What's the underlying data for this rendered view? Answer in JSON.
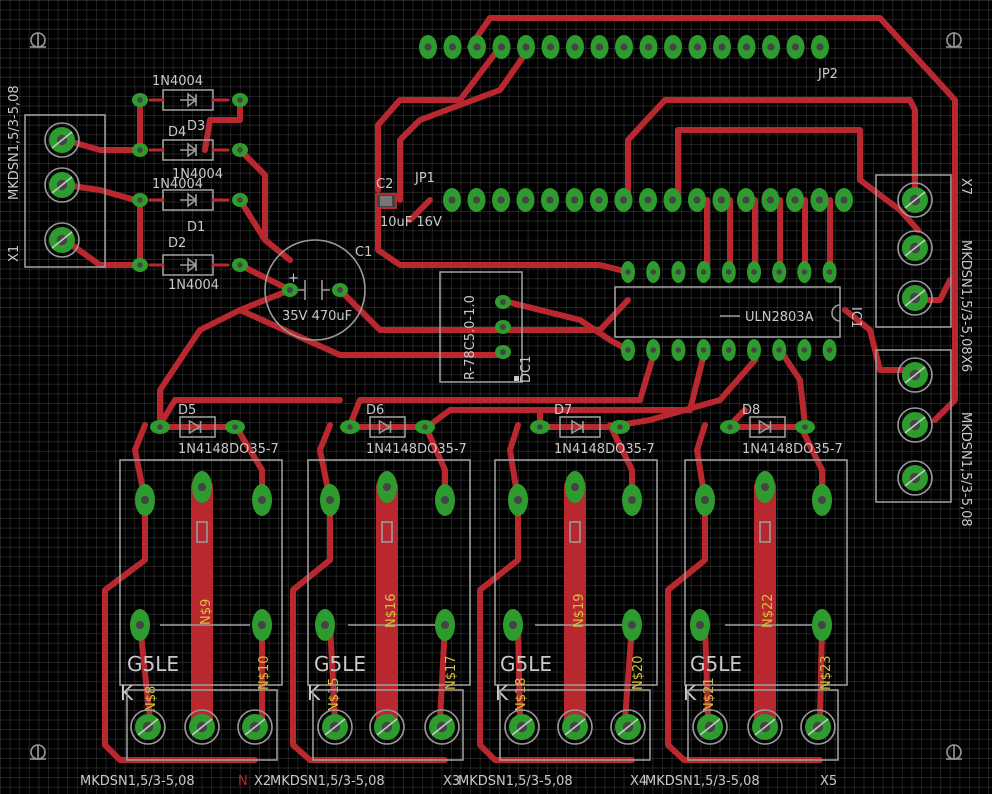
{
  "colors": {
    "background": "#000000",
    "trace": "#b8282e",
    "pad": "#2e9b2e",
    "silk": "#c9c9c9",
    "value_text": "#d8c23a"
  },
  "headers": {
    "jp1": "JP1",
    "jp2": "JP2"
  },
  "ic": {
    "name": "IC1",
    "value": "ULN2803A"
  },
  "regulator": {
    "name": "DC1",
    "value": "R-78C5.0-1.0"
  },
  "capacitors": [
    {
      "name": "C1",
      "value": "35V 470uF",
      "polarity_plus": "+"
    },
    {
      "name": "C2",
      "value": "10uF 16V"
    }
  ],
  "rectifier_diodes": [
    {
      "name": "D3",
      "value": "1N4004"
    },
    {
      "name": "D4",
      "value": "1N4004"
    },
    {
      "name": "D1",
      "value": "1N4004"
    },
    {
      "name": "D2",
      "value": "1N4004"
    }
  ],
  "flyback_diodes": [
    {
      "name": "D5",
      "value": "1N4148DO35-7"
    },
    {
      "name": "D6",
      "value": "1N4148DO35-7"
    },
    {
      "name": "D7",
      "value": "1N4148DO35-7"
    },
    {
      "name": "D8",
      "value": "1N4148DO35-7"
    }
  ],
  "relays": [
    {
      "type": "G5LE",
      "prefix": "K",
      "signals": [
        "N$8",
        "N$9",
        "N$10"
      ]
    },
    {
      "type": "G5LE",
      "prefix": "K",
      "signals": [
        "N$15",
        "N$16",
        "N$17"
      ]
    },
    {
      "type": "G5LE",
      "prefix": "K",
      "signals": [
        "N$18",
        "N$19",
        "N$20"
      ]
    },
    {
      "type": "G5LE",
      "prefix": "K",
      "signals": [
        "N$21",
        "N$22",
        "N$23"
      ]
    }
  ],
  "terminals": {
    "bottom": [
      {
        "name": "X2",
        "value": "MKDSN1,5/3-5,08"
      },
      {
        "name": "X3",
        "value": "MKDSN1,5/3-5,08"
      },
      {
        "name": "X4",
        "value": "MKDSN1,5/3-5,08"
      },
      {
        "name": "X5",
        "value": "MKDSN1,5/3-5,08"
      }
    ],
    "left": {
      "name": "X1",
      "value": "MKDSN1,5/3-5,08"
    },
    "right_top": {
      "name": "X7",
      "value": "MKDSN1,5/3-5,08"
    },
    "right_bottom": {
      "name": "X6",
      "value": "MKDSN1,5/3-5,08"
    },
    "bottom_net_label": "N"
  }
}
